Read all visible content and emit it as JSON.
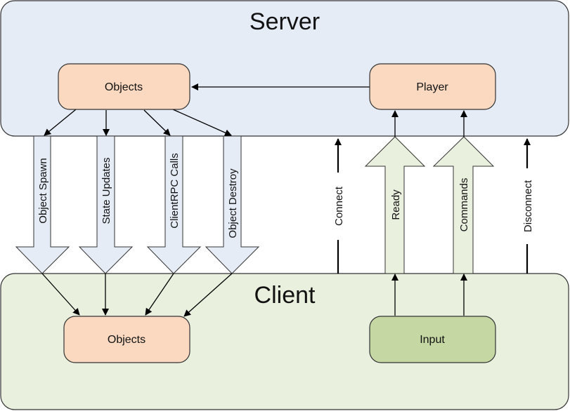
{
  "regions": {
    "server": {
      "title": "Server"
    },
    "client": {
      "title": "Client"
    }
  },
  "nodes": {
    "server_objects": "Objects",
    "player": "Player",
    "client_objects": "Objects",
    "input": "Input"
  },
  "down_arrows": [
    {
      "label": "Object Spawn"
    },
    {
      "label": "State Updates"
    },
    {
      "label": "ClientRPC Calls"
    },
    {
      "label": "Object Destroy"
    }
  ],
  "up_arrows": {
    "connect": "Connect",
    "ready": "Ready",
    "commands": "Commands",
    "disconnect": "Disconnect"
  },
  "colors": {
    "server_fill": "#e6ecf6",
    "client_fill": "#e9f0de",
    "node_fill": "#fbd9c0",
    "input_fill": "#c5d8a3",
    "down_arrow_fill": "#e6ecf6",
    "up_arrow_fill": "#e9f0de",
    "stroke": "#333333"
  }
}
